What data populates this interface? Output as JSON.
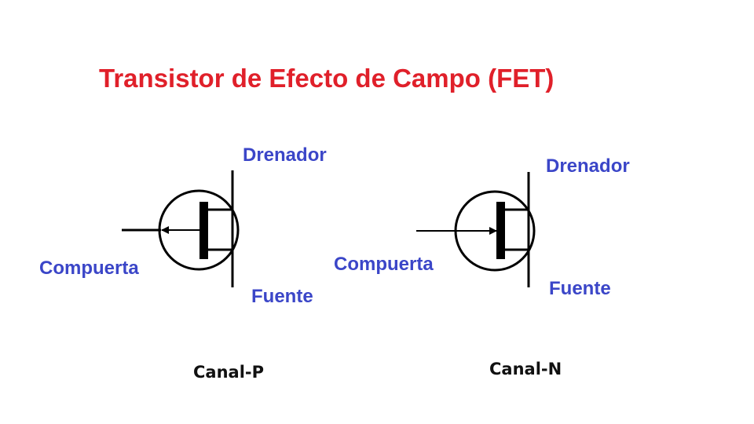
{
  "title": "Transistor de Efecto de Campo (FET)",
  "colors": {
    "title": "#e0202a",
    "terminal_labels": "#3b46c8",
    "channel_labels": "#111111",
    "symbol": "#000000"
  },
  "symbols": {
    "p_channel": {
      "drain": "Drenador",
      "gate": "Compuerta",
      "source": "Fuente",
      "channel": "Canal-P",
      "arrow_direction": "outward"
    },
    "n_channel": {
      "drain": "Drenador",
      "gate": "Compuerta",
      "source": "Fuente",
      "channel": "Canal-N",
      "arrow_direction": "inward"
    }
  }
}
